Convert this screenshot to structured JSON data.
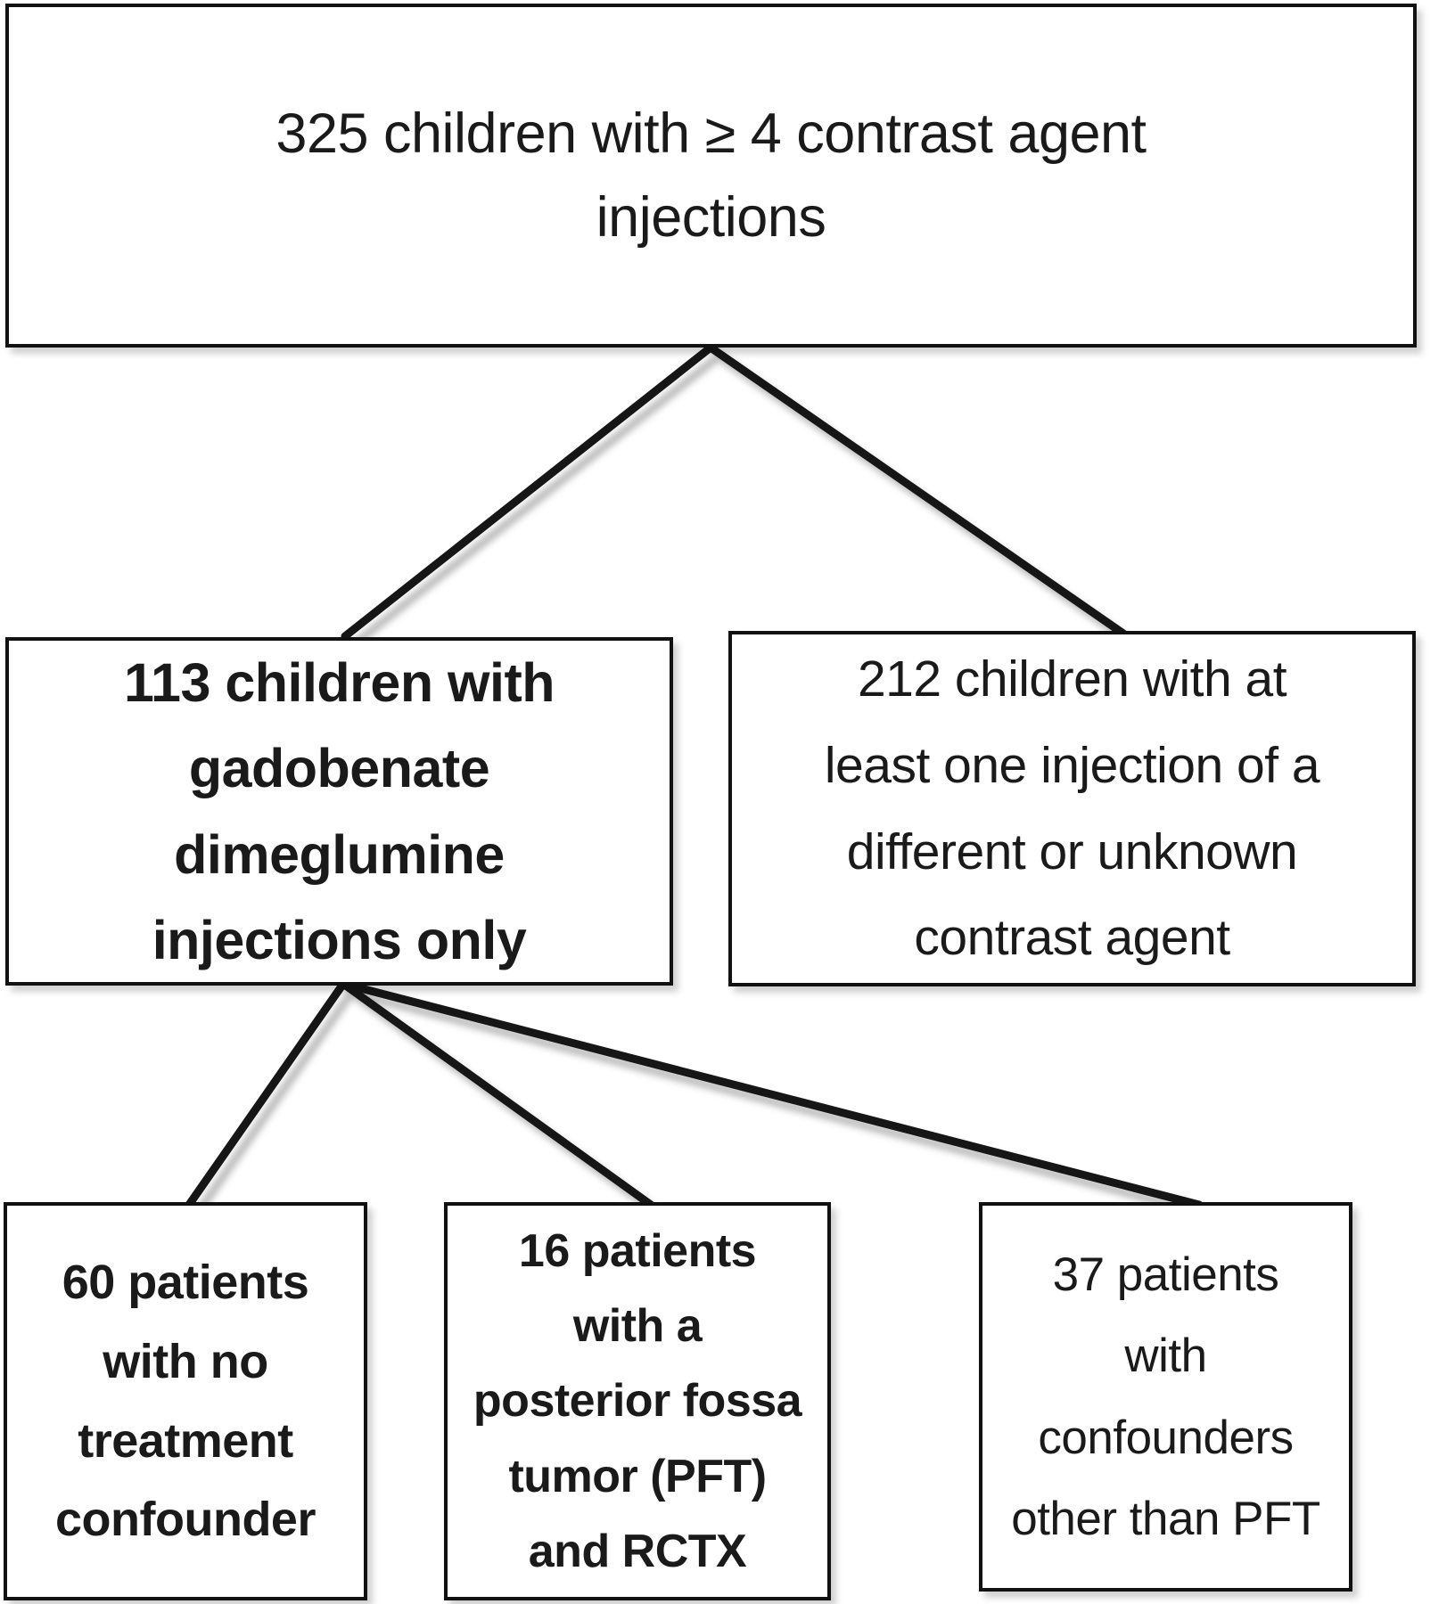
{
  "boxes": {
    "root": {
      "lines": [
        "325 children with ≥ 4 contrast agent",
        "injections"
      ]
    },
    "gadobenate": {
      "lines": [
        "113 children with",
        "gadobenate",
        "dimeglumine",
        "injections only"
      ]
    },
    "otherAgent": {
      "lines": [
        "212 children with at",
        "least one injection of a",
        "different or unknown",
        "contrast agent"
      ]
    },
    "noConfounder": {
      "lines": [
        "60 patients",
        "with no",
        "treatment",
        "confounder"
      ]
    },
    "pftRctx": {
      "lines": [
        "16 patients",
        "with a",
        "posterior fossa",
        "tumor (PFT)",
        "and RCTX"
      ]
    },
    "otherConfounders": {
      "lines": [
        "37 patients",
        "with",
        "confounders",
        "other than PFT"
      ]
    }
  },
  "colors": {
    "background": "#ffffff",
    "box_border": "#111111",
    "text": "#1a1a1a",
    "connector": "#161616"
  }
}
